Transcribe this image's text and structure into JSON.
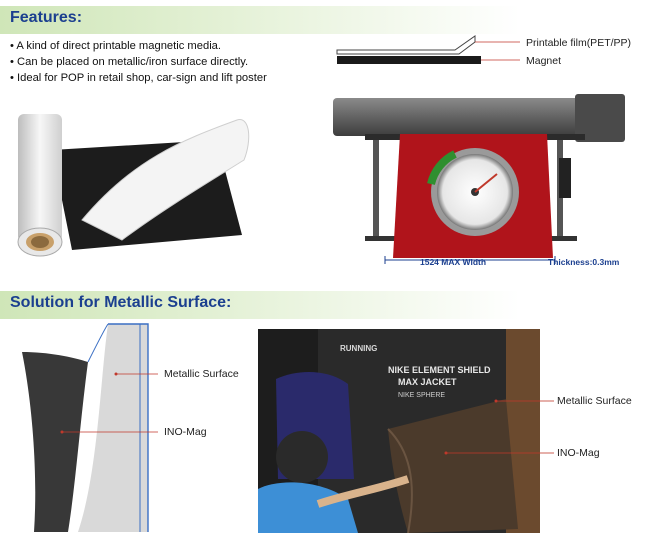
{
  "features": {
    "heading": "Features",
    "colon": ":",
    "bullets": [
      "A kind of direct printable magnetic media.",
      "Can be placed on metallic/iron surface directly.",
      "Ideal for POP in retail shop, car-sign and lift poster"
    ]
  },
  "layer_diagram": {
    "film_label": "Printable film(PET/PP)",
    "magnet_label": "Magnet"
  },
  "printer": {
    "width_label": "1524 MAX Width",
    "thickness_label": "Thickness:0.3mm"
  },
  "solution": {
    "heading": "Solution for Metallic Surface:",
    "diagram_surface_label": "Metallic Surface",
    "diagram_mag_label": "INO-Mag",
    "photo_surface_label": "Metallic Surface",
    "photo_mag_label": "INO-Mag",
    "photo_sign_text": [
      "RUNNING",
      "NIKE ELEMENT SHIELD",
      "MAX JACKET",
      "NIKE SPHERE"
    ]
  },
  "colors": {
    "heading_blue": "#1b3f8f",
    "band_green": "#cfe6b8",
    "magnet_black": "#1a1a1a",
    "arrow_red": "#c0392b"
  }
}
